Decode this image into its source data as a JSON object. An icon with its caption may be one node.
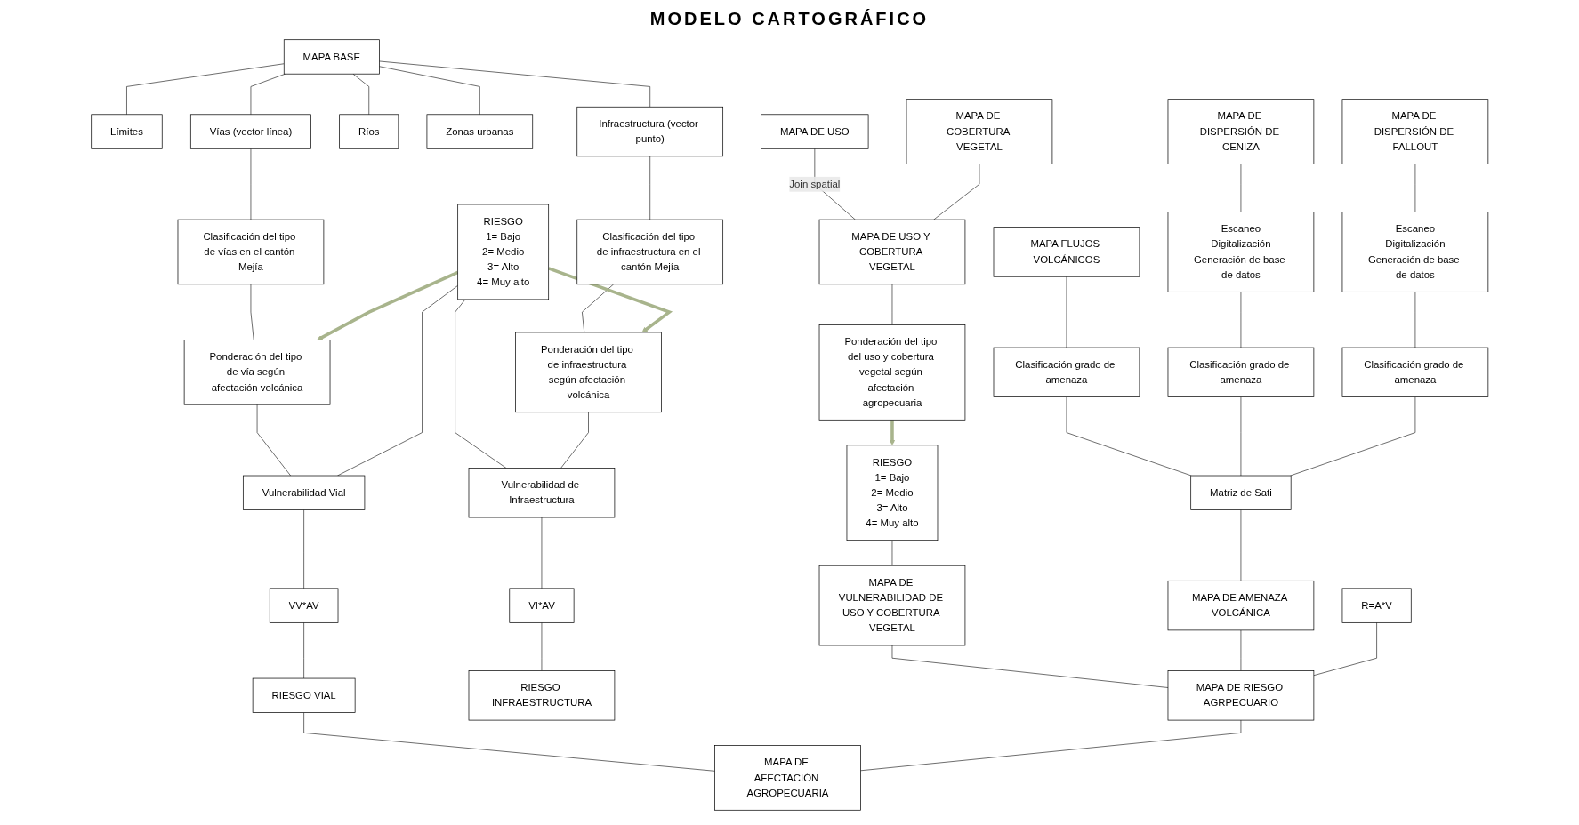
{
  "diagram": {
    "title": "MODELO CARTOGRÁFICO",
    "nodes": [
      {
        "text": [
          "MAPA BASE"
        ]
      },
      {
        "text": [
          "Límites"
        ]
      },
      {
        "text": [
          "Vías (vector línea)"
        ]
      },
      {
        "text": [
          "Ríos"
        ]
      },
      {
        "text": [
          "Zonas urbanas"
        ]
      },
      {
        "text": [
          "Infraestructura (vector punto)"
        ]
      },
      {
        "text": [
          "Clasificación del tipo de vías en el cantón Mejía"
        ]
      },
      {
        "text": [
          "Clasificación del tipo de infraestructura en el cantón Mejía"
        ]
      },
      {
        "text": [
          "Ponderación del tipo de vía según afectación volcánica"
        ]
      },
      {
        "text": [
          "RIESGO",
          "1= Bajo",
          "2= Medio",
          "3= Alto",
          "4= Muy alto"
        ]
      },
      {
        "text": [
          "Ponderación del tipo de infraestructura según afectación volcánica"
        ]
      },
      {
        "text": [
          "Vulnerabilidad Vial"
        ]
      },
      {
        "text": [
          "Vulnerabilidad de Infraestructura"
        ]
      },
      {
        "text": [
          "VV*AV"
        ]
      },
      {
        "text": [
          "VI*AV"
        ]
      },
      {
        "text": [
          "RIESGO VIAL"
        ]
      },
      {
        "text": [
          "RIESGO INFRAESTRUCTURA"
        ]
      },
      {
        "text": [
          "MAPA DE USO"
        ]
      },
      {
        "text": [
          "MAPA DE COBERTURA VEGETAL"
        ]
      },
      {
        "text": [
          "MAPA DE USO Y COBERTURA VEGETAL"
        ]
      },
      {
        "text": [
          "Ponderación del tipo del uso y cobertura vegetal según afectación agropecuaria"
        ]
      },
      {
        "text": [
          "RIESGO",
          "1= Bajo",
          "2= Medio",
          "3= Alto",
          "4= Muy alto"
        ]
      },
      {
        "text": [
          "MAPA DE VULNERABILIDAD DE USO Y COBERTURA VEGETAL"
        ]
      },
      {
        "text": [
          "MAPA FLUJOS VOLCÁNICOS"
        ]
      },
      {
        "text": [
          "MAPA DE DISPERSIÓN DE CENIZA"
        ]
      },
      {
        "text": [
          "MAPA DE DISPERSIÓN DE FALLOUT"
        ]
      },
      {
        "text": [
          "Escaneo",
          "Digitalización",
          "Generación de base de datos"
        ]
      },
      {
        "text": [
          "Escaneo",
          "Digitalización",
          "Generación de base de datos"
        ]
      },
      {
        "text": [
          "Clasificación grado de amenaza"
        ]
      },
      {
        "text": [
          "Clasificación grado de amenaza"
        ]
      },
      {
        "text": [
          "Clasificación grado de amenaza"
        ]
      },
      {
        "text": [
          "Matriz de Sati"
        ]
      },
      {
        "text": [
          "MAPA DE AMENAZA VOLCÁNICA"
        ]
      },
      {
        "text": [
          "R=A*V"
        ]
      },
      {
        "text": [
          "MAPA DE RIESGO AGRPECUARIO"
        ]
      },
      {
        "text": [
          "MAPA DE AFECTACIÓN AGROPECUARIA"
        ]
      }
    ],
    "edges": [
      {
        "from": 0,
        "to": 1,
        "arrow": "none"
      },
      {
        "from": 0,
        "to": 2,
        "arrow": "none"
      },
      {
        "from": 0,
        "to": 3,
        "arrow": "none"
      },
      {
        "from": 0,
        "to": 4,
        "arrow": "none"
      },
      {
        "from": 0,
        "to": 5,
        "arrow": "none"
      },
      {
        "from": 2,
        "to": 6,
        "arrow": "none"
      },
      {
        "from": 5,
        "to": 7,
        "arrow": "none"
      },
      {
        "from": 6,
        "to": 8,
        "arrow": "none"
      },
      {
        "from": 7,
        "to": 10,
        "arrow": "none"
      },
      {
        "from": 9,
        "to": 8,
        "arrow": "to",
        "style": "thick",
        "color": "#a8b48c"
      },
      {
        "from": 9,
        "to": 10,
        "arrow": "to",
        "style": "thick",
        "color": "#a8b48c"
      },
      {
        "from": 8,
        "to": 11,
        "arrow": "none"
      },
      {
        "from": 9,
        "to": 11,
        "arrow": "none"
      },
      {
        "from": 9,
        "to": 12,
        "arrow": "none"
      },
      {
        "from": 10,
        "to": 12,
        "arrow": "none"
      },
      {
        "from": 11,
        "to": 13,
        "arrow": "none"
      },
      {
        "from": 12,
        "to": 14,
        "arrow": "none"
      },
      {
        "from": 13,
        "to": 15,
        "arrow": "none"
      },
      {
        "from": 14,
        "to": 16,
        "arrow": "none"
      },
      {
        "from": 17,
        "to": 19,
        "arrow": "none",
        "label": "Join spatial"
      },
      {
        "from": 18,
        "to": 19,
        "arrow": "none"
      },
      {
        "from": 19,
        "to": 20,
        "arrow": "none"
      },
      {
        "from": 20,
        "to": 21,
        "arrow": "to",
        "style": "thick",
        "color": "#a8b48c"
      },
      {
        "from": 21,
        "to": 22,
        "arrow": "none"
      },
      {
        "from": 23,
        "to": 28,
        "arrow": "none"
      },
      {
        "from": 24,
        "to": 26,
        "arrow": "none"
      },
      {
        "from": 25,
        "to": 27,
        "arrow": "none"
      },
      {
        "from": 26,
        "to": 29,
        "arrow": "none"
      },
      {
        "from": 27,
        "to": 30,
        "arrow": "none"
      },
      {
        "from": 28,
        "to": 31,
        "arrow": "none"
      },
      {
        "from": 29,
        "to": 31,
        "arrow": "none"
      },
      {
        "from": 30,
        "to": 31,
        "arrow": "none"
      },
      {
        "from": 31,
        "to": 32,
        "arrow": "none"
      },
      {
        "from": 22,
        "to": 34,
        "arrow": "none"
      },
      {
        "from": 32,
        "to": 34,
        "arrow": "none"
      },
      {
        "from": 33,
        "to": 34,
        "arrow": "none"
      },
      {
        "from": 15,
        "to": 35,
        "arrow": "none"
      },
      {
        "from": 34,
        "to": 35,
        "arrow": "none"
      }
    ]
  }
}
